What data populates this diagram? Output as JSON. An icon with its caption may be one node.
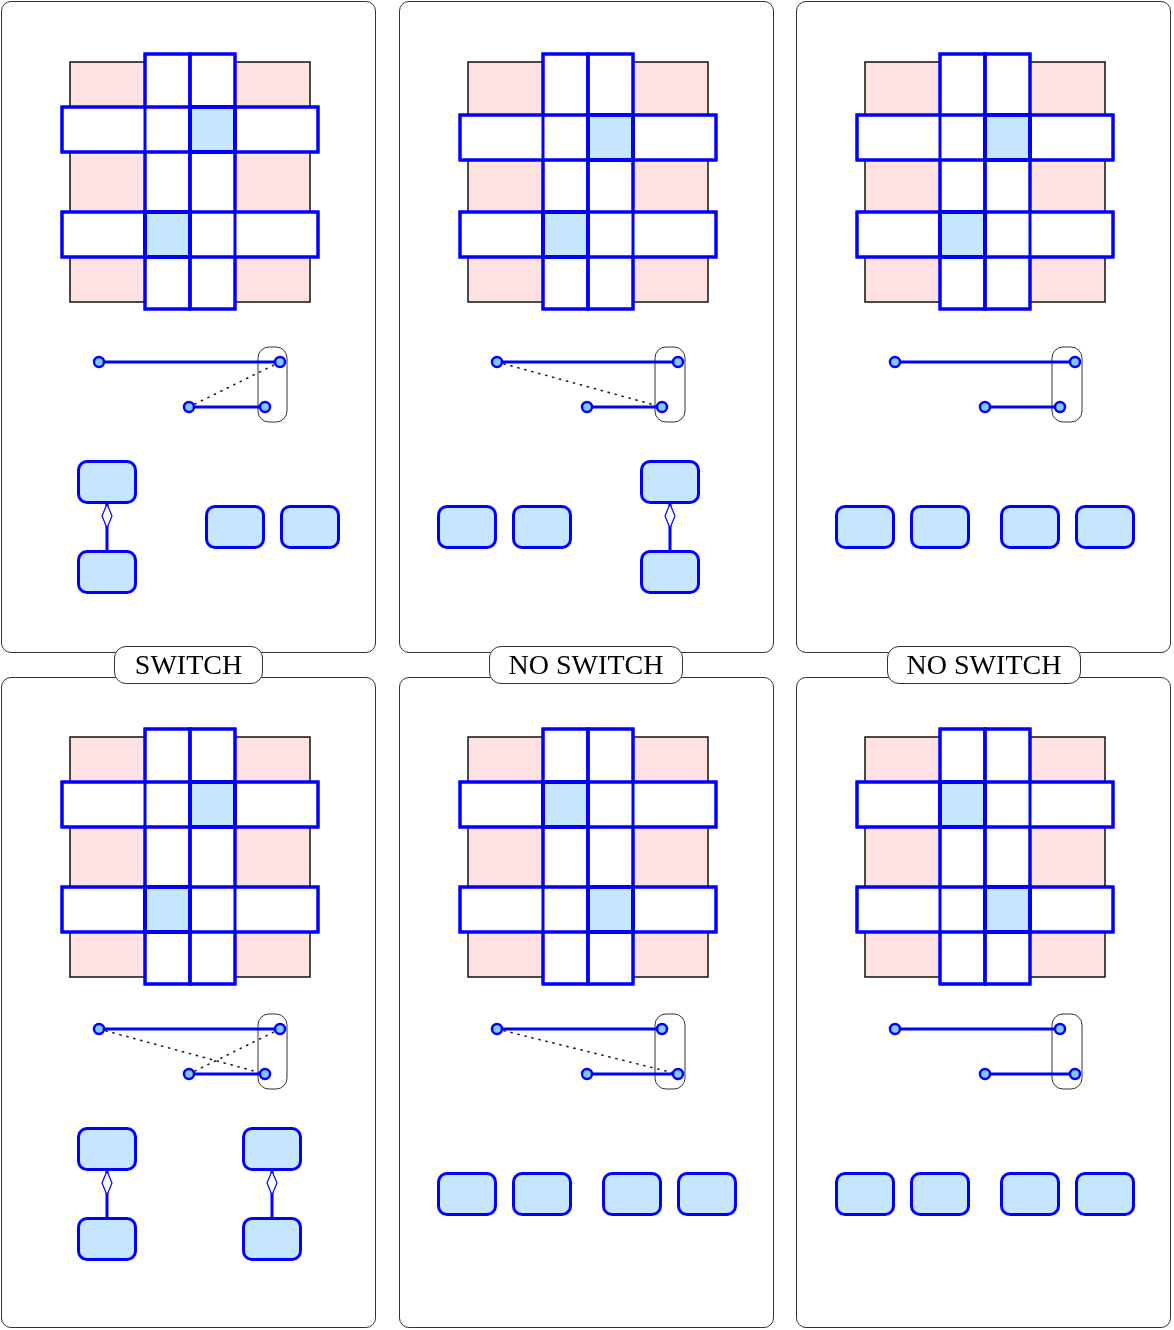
{
  "diagram": {
    "nodes": [
      {
        "text": [],
        "shape": "box"
      },
      {
        "text": [],
        "shape": "box",
        "in": 0
      },
      {
        "text": [],
        "shape": "box",
        "in": 0
      },
      {
        "text": [],
        "shape": "box",
        "in": 0
      },
      {
        "text": [],
        "shape": "box",
        "in": 0
      },
      {
        "text": [],
        "shape": "box"
      },
      {
        "text": [],
        "shape": "box",
        "in": 5
      },
      {
        "text": [],
        "shape": "box",
        "in": 5
      },
      {
        "text": [],
        "shape": "box",
        "in": 5
      },
      {
        "text": [],
        "shape": "box",
        "in": 5
      },
      {
        "text": [],
        "shape": "box"
      },
      {
        "text": [],
        "shape": "box",
        "in": 10
      },
      {
        "text": [],
        "shape": "box",
        "in": 10
      },
      {
        "text": [],
        "shape": "box",
        "in": 10
      },
      {
        "text": [],
        "shape": "box",
        "in": 10
      },
      {
        "text": [
          "SWITCH"
        ]
      },
      {
        "text": [
          "NO SWITCH"
        ]
      },
      {
        "text": [
          "NO SWITCH"
        ]
      },
      {
        "text": [],
        "shape": "box"
      },
      {
        "text": [],
        "shape": "box",
        "in": 18
      },
      {
        "text": [],
        "shape": "box",
        "in": 18
      },
      {
        "text": [],
        "shape": "box",
        "in": 18
      },
      {
        "text": [],
        "shape": "box",
        "in": 18
      },
      {
        "text": [],
        "shape": "box"
      },
      {
        "text": [],
        "shape": "box",
        "in": 23
      },
      {
        "text": [],
        "shape": "box",
        "in": 23
      },
      {
        "text": [],
        "shape": "box",
        "in": 23
      },
      {
        "text": [],
        "shape": "box",
        "in": 23
      },
      {
        "text": [],
        "shape": "box"
      },
      {
        "text": [],
        "shape": "box",
        "in": 28
      },
      {
        "text": [],
        "shape": "box",
        "in": 28
      },
      {
        "text": [],
        "shape": "box",
        "in": 28
      },
      {
        "text": [],
        "shape": "box",
        "in": 28
      }
    ],
    "edges": [
      {
        "from": 4,
        "to": 1,
        "arrow": "other"
      },
      {
        "from": 9,
        "to": 6,
        "arrow": "other"
      },
      {
        "from": 21,
        "to": 19,
        "arrow": "other"
      },
      {
        "from": 22,
        "to": 20,
        "arrow": "other"
      }
    ]
  }
}
